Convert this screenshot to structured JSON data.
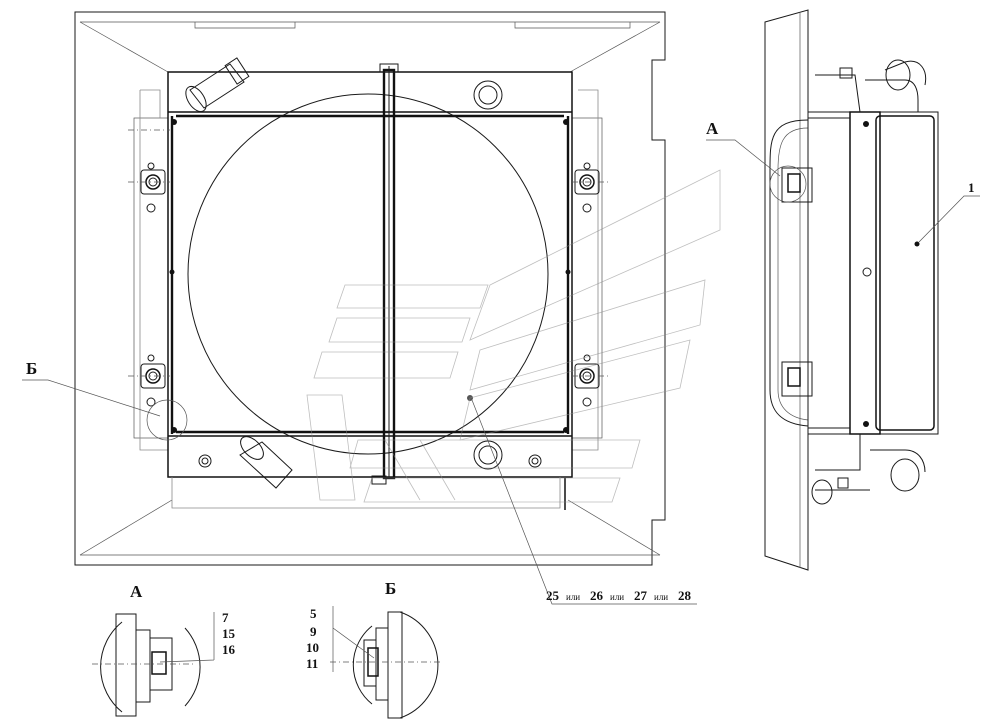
{
  "callouts": {
    "view_a": "А",
    "view_b": "Б",
    "item_1": "1",
    "parts_main": {
      "p25": "25",
      "p26": "26",
      "p27": "27",
      "p28": "28",
      "or_word": "или"
    },
    "detail_a": {
      "title": "А",
      "parts": [
        "7",
        "15",
        "16"
      ]
    },
    "detail_b": {
      "title": "Б",
      "parts": [
        "5",
        "9",
        "10",
        "11"
      ]
    }
  }
}
